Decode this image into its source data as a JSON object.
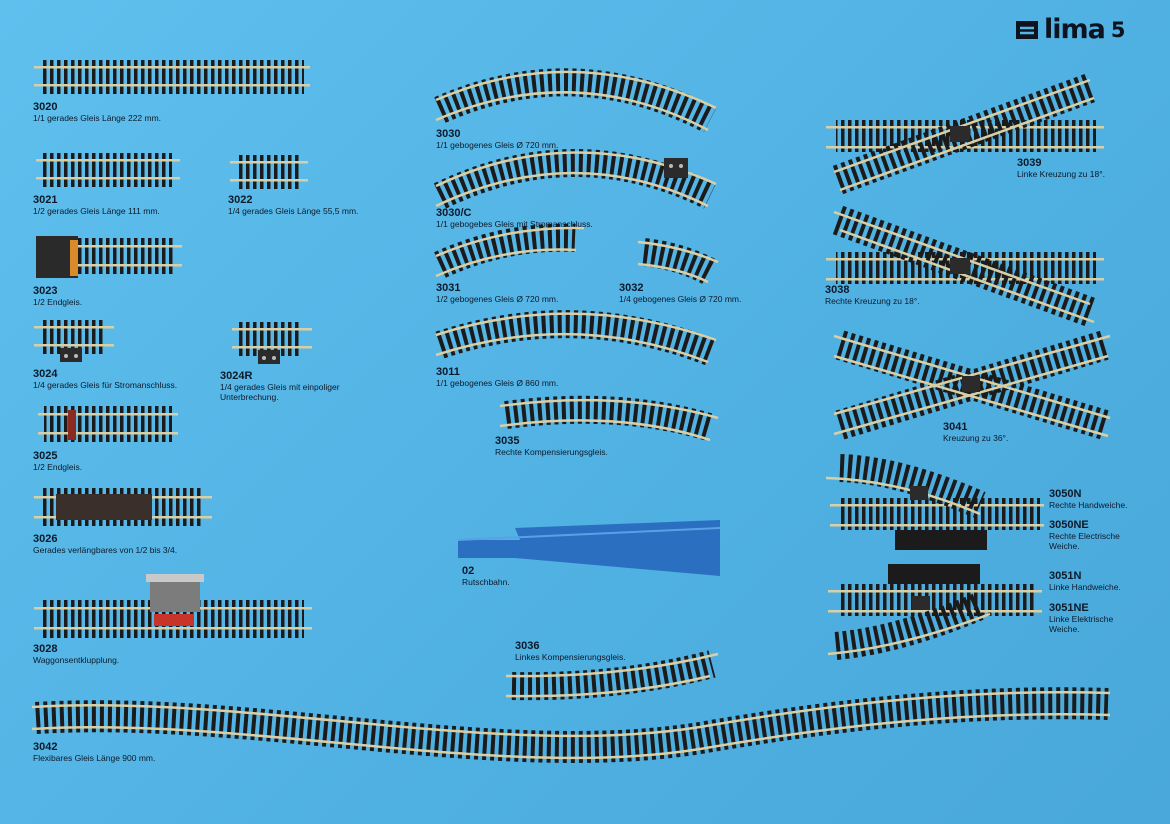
{
  "brand": {
    "logo": "lima",
    "page_number": "5",
    "icon": "lima-brand-icon"
  },
  "items": {
    "i3020": {
      "number": "3020",
      "desc": "1/1 gerades Gleis Länge 222 mm."
    },
    "i3021": {
      "number": "3021",
      "desc": "1/2 gerades Gleis Länge 111 mm."
    },
    "i3022": {
      "number": "3022",
      "desc": "1/4 gerades Gleis Länge 55,5 mm."
    },
    "i3023": {
      "number": "3023",
      "desc": "1/2 Endgleis."
    },
    "i3024": {
      "number": "3024",
      "desc": "1/4 gerades Gleis für Stromanschluss."
    },
    "i3024R": {
      "number": "3024R",
      "desc": "1/4 gerades Gleis mit einpoliger",
      "desc2": "Unterbrechung."
    },
    "i3025": {
      "number": "3025",
      "desc": "1/2 Endgleis."
    },
    "i3026": {
      "number": "3026",
      "desc": "Gerades verlängbares von 1/2 bis 3/4."
    },
    "i3028": {
      "number": "3028",
      "desc": "Waggonsentklupplung."
    },
    "i3030": {
      "number": "3030",
      "desc": "1/1 gebogenes Gleis Ø 720 mm."
    },
    "i3030C": {
      "number": "3030/C",
      "desc": "1/1   gebogebes   Gleis   mit   Stromanschluss."
    },
    "i3031": {
      "number": "3031",
      "desc": "1/2 gebogenes Gleis Ø 720 mm."
    },
    "i3032": {
      "number": "3032",
      "desc": "1/4 gebogenes Gleis Ø 720 mm."
    },
    "i3011": {
      "number": "3011",
      "desc": "1/1 gebogenes Gleis Ø 860 mm."
    },
    "i3035": {
      "number": "3035",
      "desc": "Rechte Kompensierungsgleis."
    },
    "i02": {
      "number": "02",
      "desc": "Rutschbahn."
    },
    "i3036": {
      "number": "3036",
      "desc": "Linkes Kompensierungsgleis."
    },
    "i3042": {
      "number": "3042",
      "desc": "Flexibares Gleis Länge 900 mm."
    },
    "i3039": {
      "number": "3039",
      "desc": "Linke Kreuzung zu 18°."
    },
    "i3038": {
      "number": "3038",
      "desc": "Rechte Kreuzung zu 18°."
    },
    "i3041": {
      "number": "3041",
      "desc": "Kreuzung zu 36°."
    },
    "i3050N": {
      "number": "3050N",
      "desc": "Rechte Handweiche."
    },
    "i3050NE": {
      "number": "3050NE",
      "desc": "Rechte Electrische",
      "desc2": "Weiche."
    },
    "i3051N": {
      "number": "3051N",
      "desc": "Linke Handweiche."
    },
    "i3051NE": {
      "number": "3051NE",
      "desc": "Linke Elektrische",
      "desc2": "Weiche."
    }
  },
  "colors": {
    "background": "#55b6e6",
    "rail": "#d9cfa6",
    "sleeper": "#1c1c1c",
    "accessory_blue": "#2a6fc0",
    "red_part": "#c8342a"
  }
}
